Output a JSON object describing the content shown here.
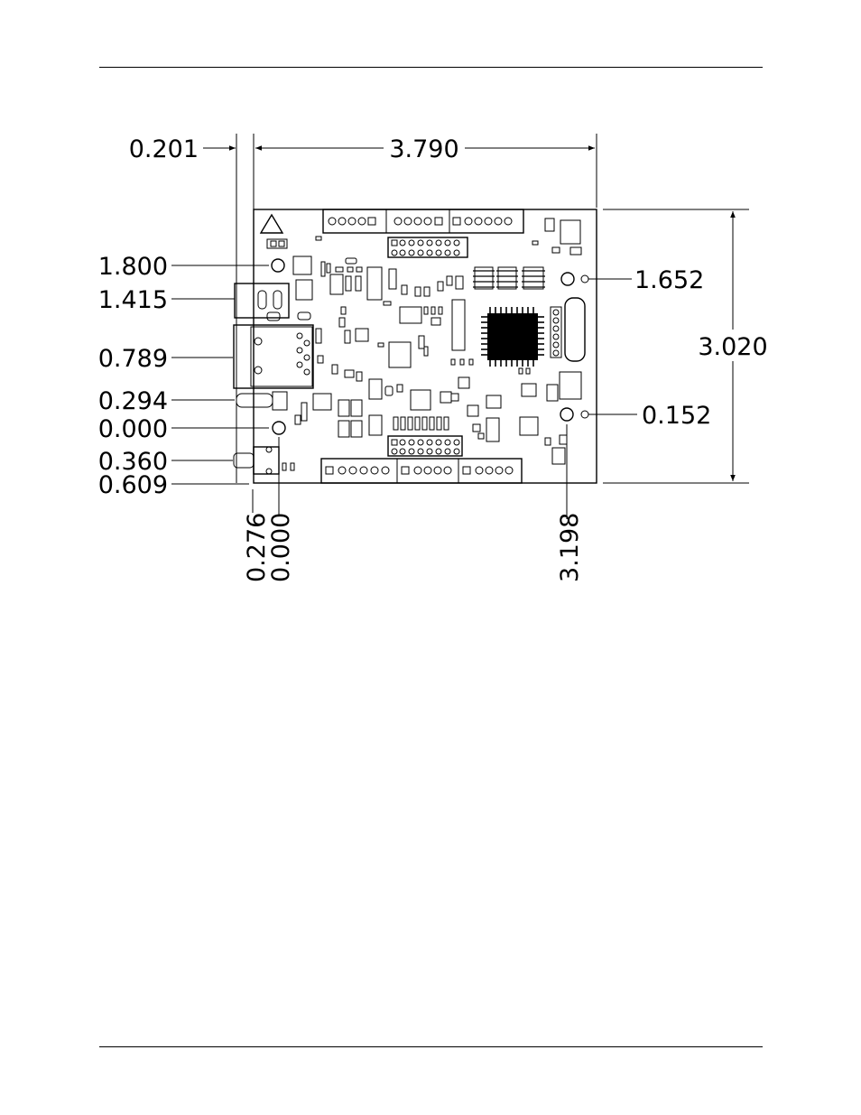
{
  "colors": {
    "ink": "#000000",
    "paper": "#ffffff"
  },
  "dimensions": {
    "left_offset": "0.201",
    "board_width": "3.790",
    "board_height": "3.020",
    "left_side": {
      "d1800": "1.800",
      "d1415": "1.415",
      "d0789": "0.789",
      "d0294": "0.294",
      "d0000": "0.000",
      "d0360": "0.360",
      "d0609": "0.609"
    },
    "right_side": {
      "d1652": "1.652",
      "d0152": "0.152"
    },
    "bottom": {
      "d0276": "0.276",
      "d0000": "0.000",
      "d3198": "3.198"
    }
  }
}
